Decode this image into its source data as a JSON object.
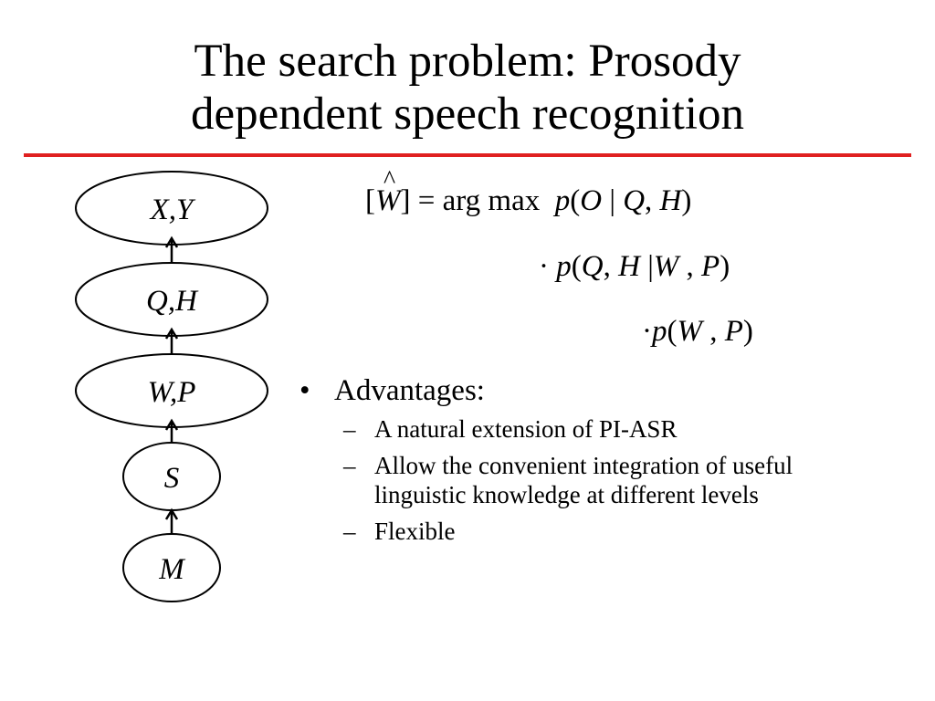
{
  "slide": {
    "title_line1": "The search problem: Prosody",
    "title_line2": "dependent speech recognition",
    "accent_color": "#e02020"
  },
  "diagram": {
    "nodes": [
      {
        "label": "X,Y"
      },
      {
        "label": "Q,H"
      },
      {
        "label": "W,P"
      },
      {
        "label": "S"
      },
      {
        "label": "M"
      }
    ]
  },
  "equation": {
    "line1": {
      "open_bracket": "[",
      "hat": "^",
      "w": "W",
      "close_bracket": "]",
      "equals": "=",
      "argmax": "arg max",
      "p": "p",
      "lparen": "(",
      "o": "O",
      "bar": "|",
      "q": "Q",
      "comma": ",",
      "h": "H",
      "rparen": ")"
    },
    "line2": {
      "dot": "·",
      "p": "p",
      "lparen": "(",
      "q": "Q",
      "comma1": ",",
      "h": "H",
      "bar": "|",
      "w": "W",
      "comma2": ",",
      "pp": "P",
      "rparen": ")"
    },
    "line3": {
      "dot": "·",
      "p": "p",
      "lparen": "(",
      "w": "W",
      "comma": ",",
      "pp": "P",
      "rparen": ")"
    }
  },
  "bullets": {
    "main_marker": "•",
    "main": "Advantages:",
    "sub_marker": "–",
    "items": [
      "A natural extension of PI-ASR",
      "Allow the convenient integration of useful linguistic knowledge at different levels",
      "Flexible"
    ]
  }
}
